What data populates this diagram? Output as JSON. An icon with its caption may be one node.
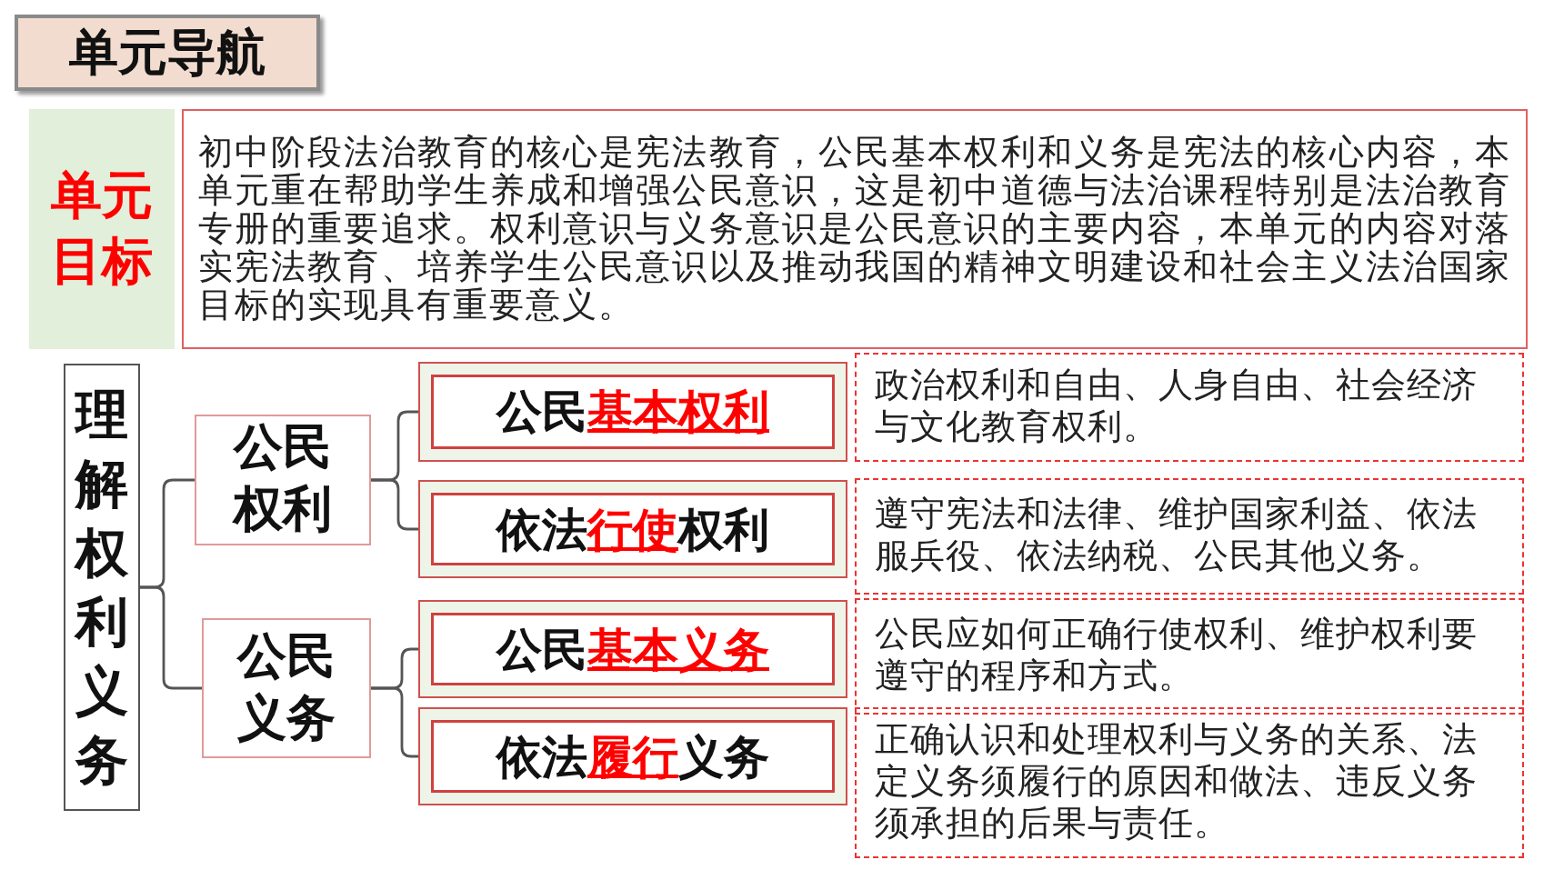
{
  "diagram": {
    "title": "单元导航",
    "nodes": [
      {
        "text": [
          "单元目标"
        ]
      },
      {
        "text": [
          "初中阶段法治教育的核心是宪法教育，公民基本权利和义务是宪法的核心内容，本单元重在帮助学生养成和增强公民意识，这是初中道德与法治课程特别是法治教育专册的重要追求。权利意识与义务意识是公民意识的主要内容，本单元的内容对落实宪法教育、培养学生公民意识以及推动我国的精神文明建设和社会主义法治国家目标的实现具有重要意义。"
        ]
      },
      {
        "text": [
          "理解权利义务"
        ]
      },
      {
        "text": [
          "公民权利"
        ]
      },
      {
        "text": [
          "公民义务"
        ]
      },
      {
        "text": [
          "公民基本权利"
        ]
      },
      {
        "text": [
          "依法行使权利"
        ]
      },
      {
        "text": [
          "公民基本义务"
        ]
      },
      {
        "text": [
          "依法履行义务"
        ]
      },
      {
        "text": [
          "政治权利和自由、人身自由、社会经济与文化教育权利。"
        ]
      },
      {
        "text": [
          "遵守宪法和法律、维护国家利益、依法服兵役、依法纳税、公民其他义务。"
        ]
      },
      {
        "text": [
          "公民应如何正确行使权利、维护权利要遵守的程序和方式。"
        ]
      },
      {
        "text": [
          "正确认识和处理权利与义务的关系、法定义务须履行的原因和做法、违反义务须承担的后果与责任。"
        ]
      }
    ],
    "edges": [
      {
        "from": 2,
        "to": 3,
        "arrow": "none"
      },
      {
        "from": 2,
        "to": 4,
        "arrow": "none"
      },
      {
        "from": 3,
        "to": 5,
        "arrow": "none"
      },
      {
        "from": 3,
        "to": 6,
        "arrow": "none"
      },
      {
        "from": 4,
        "to": 7,
        "arrow": "none"
      },
      {
        "from": 4,
        "to": 8,
        "arrow": "none"
      }
    ]
  }
}
